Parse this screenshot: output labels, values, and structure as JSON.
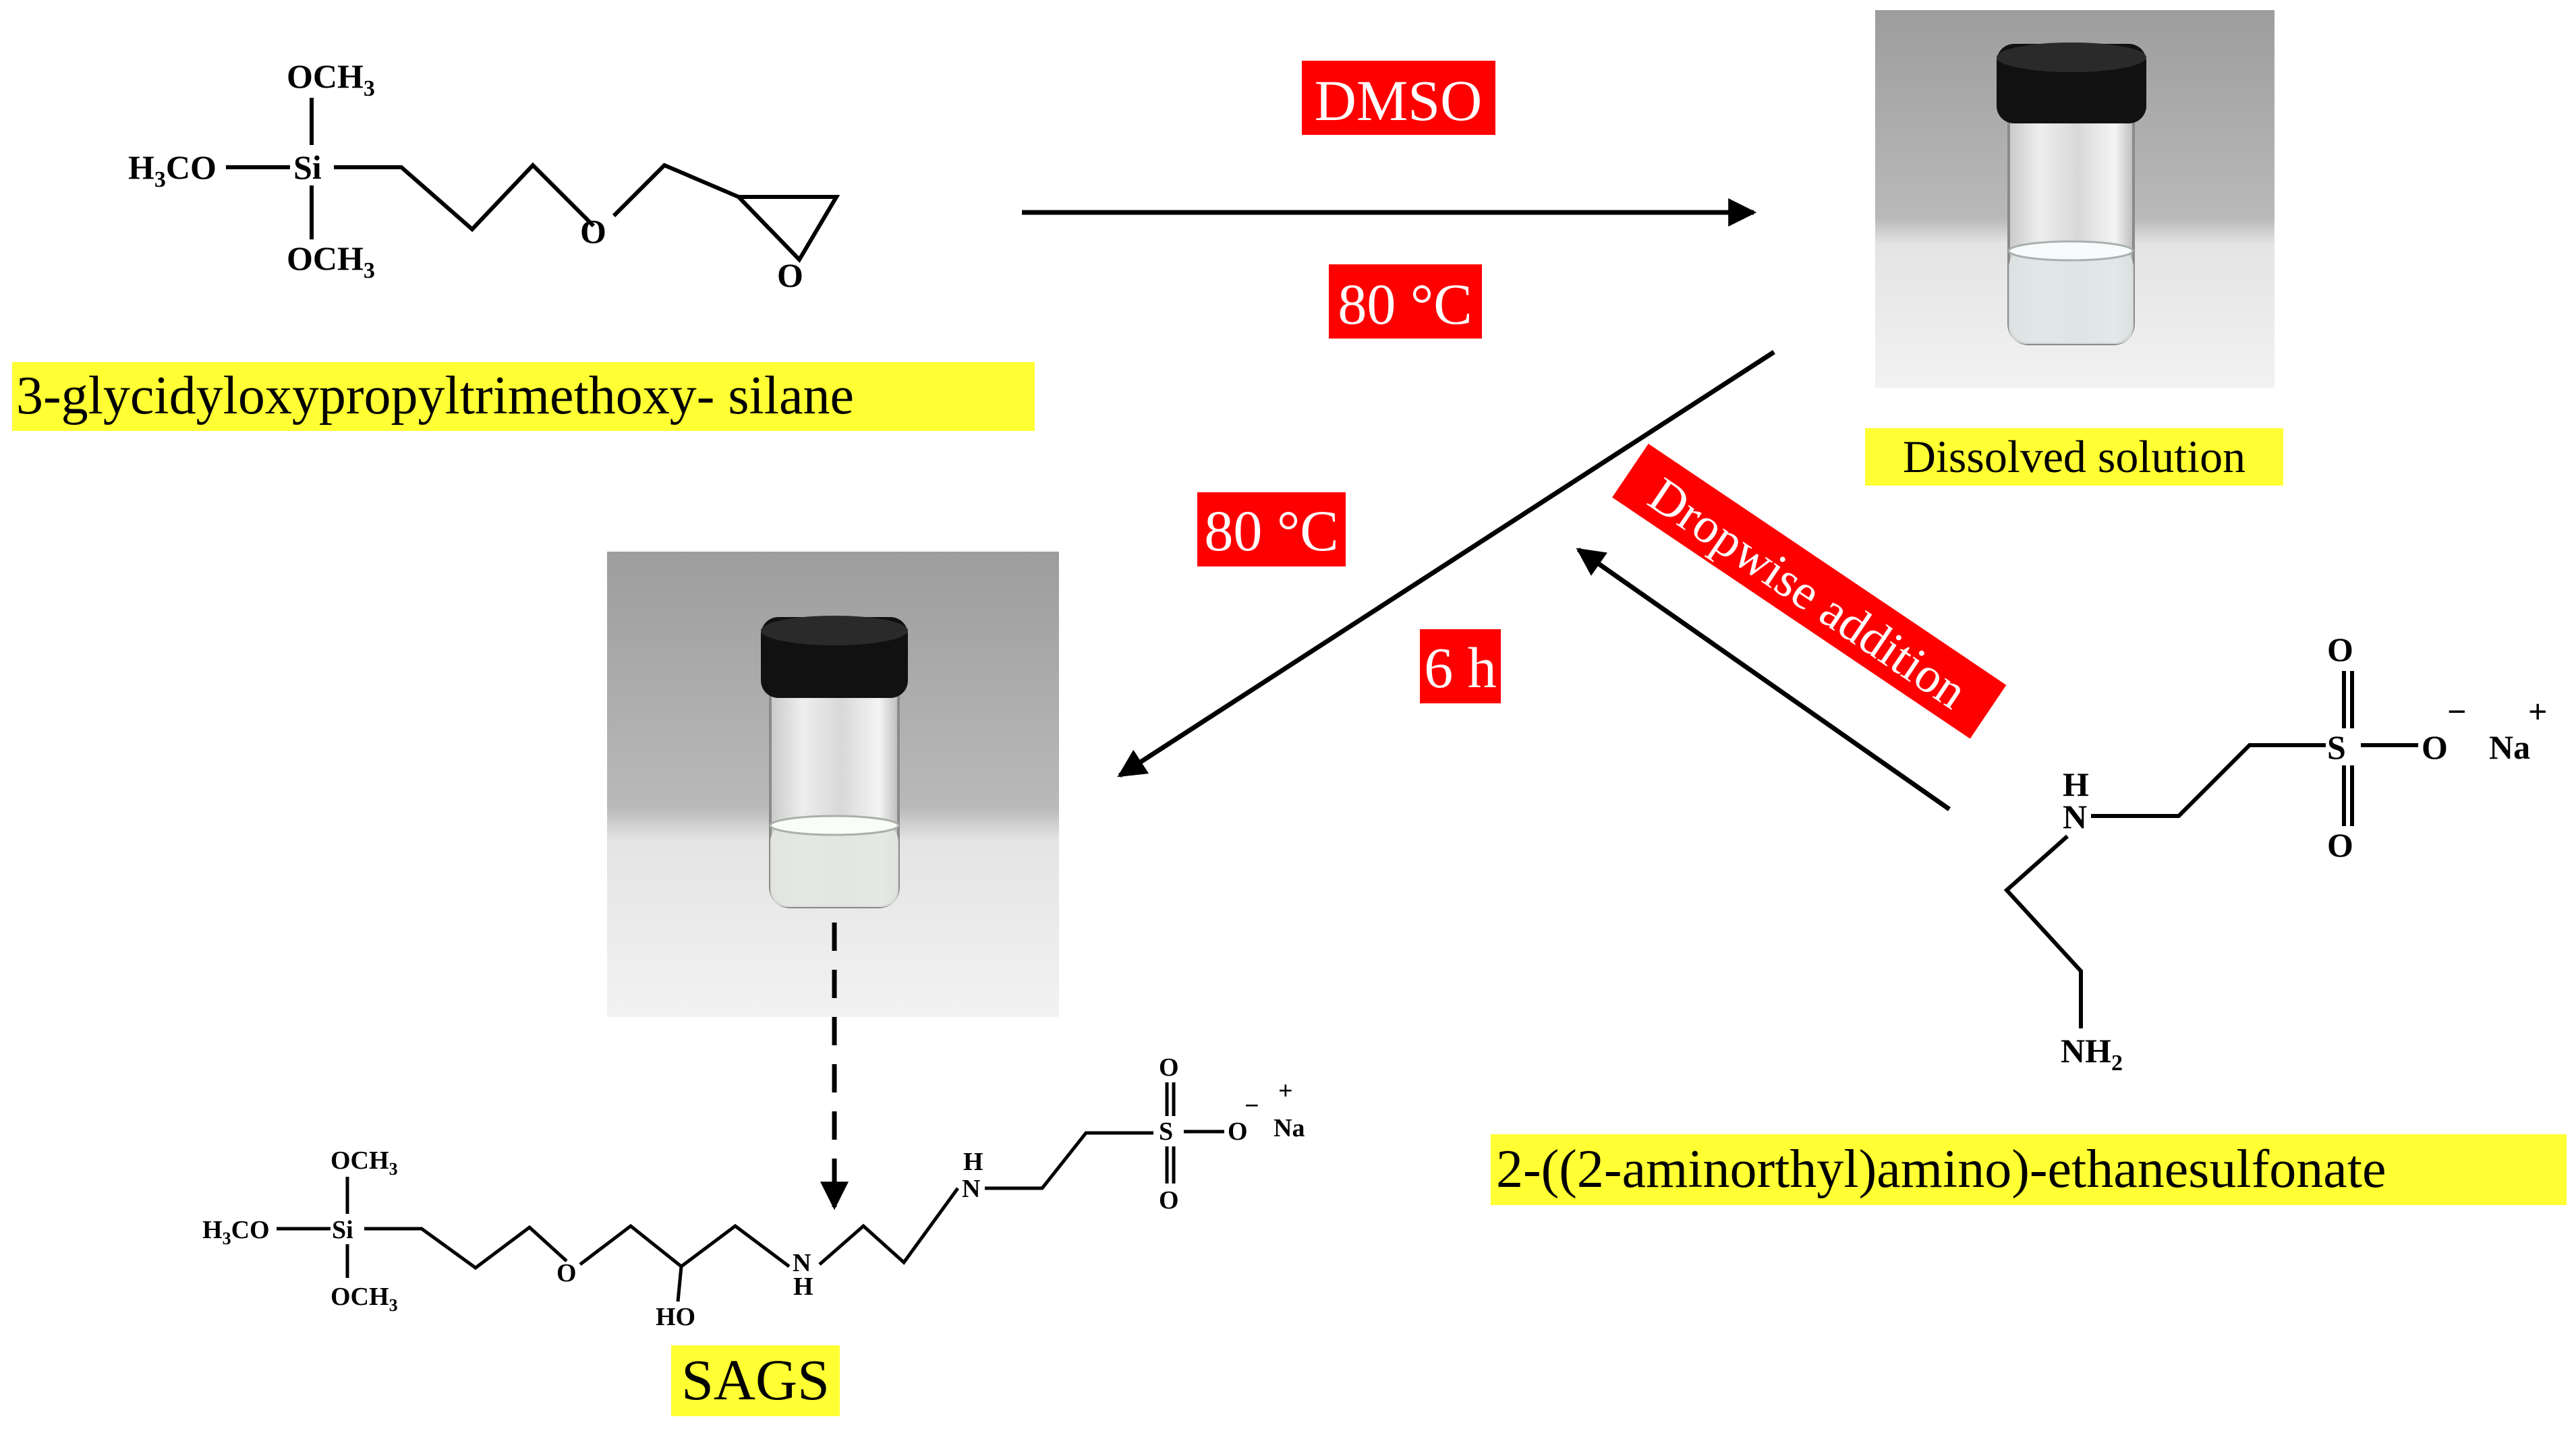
{
  "reactant1": {
    "name": "3-glycidyloxypropyltrimethoxy- silane",
    "structure": {
      "och3_top": "OCH3",
      "och3_bottom": "OCH3",
      "h3co_left": "H3CO",
      "si": "Si",
      "ether_o": "O",
      "epoxide_o": "O"
    }
  },
  "step1": {
    "solvent": "DMSO",
    "temperature": "80 °C"
  },
  "intermediate": {
    "label": "Dissolved solution"
  },
  "step2": {
    "temperature": "80 °C",
    "time": "6 h",
    "addition": "Dropwise addition"
  },
  "reactant2": {
    "name": "2-((2-aminorthyl)amino)-ethanesulfonate",
    "structure": {
      "nh": "H",
      "n": "N",
      "nh2": "NH2",
      "s": "S",
      "o_top": "O",
      "o_bottom": "O",
      "o_minus": "O",
      "minus": "−",
      "na": "Na",
      "plus": "+"
    }
  },
  "product": {
    "name": "SAGS",
    "structure": {
      "och3_top": "OCH3",
      "och3_bottom": "OCH3",
      "h3co_left": "H3CO",
      "si": "Si",
      "ether_o": "O",
      "ho": "HO",
      "nh_n": "N",
      "nh_h": "H",
      "n2_h": "H",
      "n2_n": "N",
      "s": "S",
      "o_top": "O",
      "o_bottom": "O",
      "o_minus": "O",
      "minus": "−",
      "na": "Na",
      "plus": "+"
    }
  },
  "colors": {
    "highlight_yellow": "#ffff33",
    "condition_red": "#ff0000",
    "condition_text": "#ffffff",
    "photo_background": "#b7b7b7",
    "vial_cap": "#111111"
  }
}
